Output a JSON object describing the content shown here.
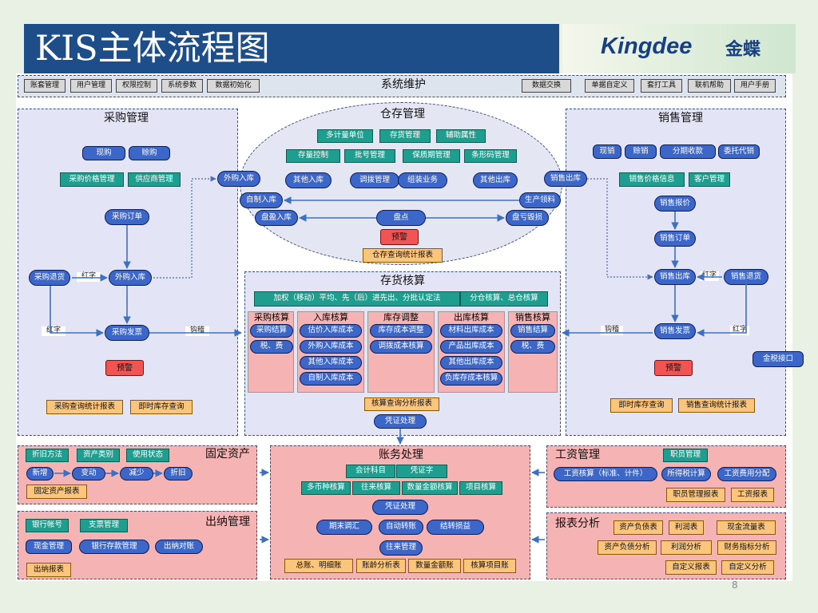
{
  "header": {
    "title": "KIS主体流程图",
    "logo_text": "Kingdee",
    "logo_cn": "金蝶",
    "page_number": "8"
  },
  "system_bar": {
    "left_items": [
      "账套管理",
      "用户管理",
      "权限控制",
      "系统参数",
      "数据初始化"
    ],
    "center": "系统维护",
    "right_items": [
      "数据交换",
      "单据自定义",
      "套打工具",
      "联机帮助",
      "用户手册"
    ]
  },
  "purchase": {
    "title": "采购管理",
    "items": [
      "现购",
      "赊购",
      "采购价格管理",
      "供应商管理",
      "采购订单",
      "采购退货",
      "外购入库",
      "采购发票",
      "预警",
      "采购查询统计报表",
      "即时库存查询"
    ],
    "labels": {
      "red_word": "红字",
      "hook": "钩稽"
    }
  },
  "warehouse": {
    "title": "仓存管理",
    "items": [
      "多计量单位",
      "存货管理",
      "辅助属性",
      "存量控制",
      "批号管理",
      "保质期管理",
      "条形码管理",
      "其他入库",
      "调拨管理",
      "组装业务",
      "其他出库",
      "外购入库",
      "自制入库",
      "生产领料",
      "盘盈入库",
      "盘点",
      "盘亏毁损",
      "预警",
      "仓存查询统计报表",
      "销售出库"
    ]
  },
  "sales": {
    "title": "销售管理",
    "items": [
      "现销",
      "赊销",
      "分期收款",
      "委托代销",
      "销售价格信息",
      "客户管理",
      "销售报价",
      "销售订单",
      "销售出库",
      "销售退货",
      "销售发票",
      "预警",
      "即时库存查询",
      "销售查询统计报表",
      "金税接口"
    ]
  },
  "inventory": {
    "title": "存货核算",
    "method": "加权（移动）平均、先（后）进先出、分批认定法",
    "scope": "分仓核算、总仓核算",
    "columns": [
      {
        "title": "采购核算",
        "items": [
          "采购结算",
          "税、费"
        ]
      },
      {
        "title": "入库核算",
        "items": [
          "估价入库成本",
          "外购入库成本",
          "其他入库成本",
          "自制入库成本"
        ]
      },
      {
        "title": "库存调整",
        "items": [
          "库存成本调整",
          "调拨成本核算"
        ]
      },
      {
        "title": "出库核算",
        "items": [
          "材料出库成本",
          "产品出库成本",
          "其他出库成本",
          "负库存成本核算"
        ]
      },
      {
        "title": "销售核算",
        "items": [
          "销售结算",
          "税、费"
        ]
      }
    ],
    "report": "核算查询分析报表",
    "voucher": "凭证处理"
  },
  "fixed_assets": {
    "title": "固定资产",
    "items": [
      "折旧方法",
      "资产类别",
      "使用状态",
      "新增",
      "变动",
      "减少",
      "折旧",
      "固定资产报表"
    ]
  },
  "cashier": {
    "title": "出纳管理",
    "items": [
      "银行帐号",
      "支票管理",
      "现金管理",
      "银行存款管理",
      "出纳对账",
      "出纳报表"
    ]
  },
  "accounting": {
    "title": "账务处理",
    "items": [
      "会计科目",
      "凭证字",
      "多币种核算",
      "往来核算",
      "数量金额核算",
      "项目核算",
      "凭证处理",
      "期末调汇",
      "自动转账",
      "结转损益",
      "往来管理",
      "总账、明细账",
      "账龄分析表",
      "数量金额账",
      "核算项目账"
    ]
  },
  "payroll": {
    "title": "工资管理",
    "items": [
      "职员管理",
      "工资核算（标准、计件）",
      "所得税计算",
      "工资费用分配",
      "职员管理报表",
      "工资报表"
    ]
  },
  "reports": {
    "title": "报表分析",
    "items": [
      "资产负债表",
      "利润表",
      "现金流量表",
      "资产负债分析",
      "利润分析",
      "财务指标分析",
      "自定义报表",
      "自定义分析"
    ]
  },
  "colors": {
    "header": "#1e4e8a",
    "green": "#1e9e8e",
    "blue": "#3c66c8",
    "orange": "#fbc57d",
    "red": "#f25454",
    "pink": "#f6b3b3",
    "lavender": "#e3e5f6"
  }
}
